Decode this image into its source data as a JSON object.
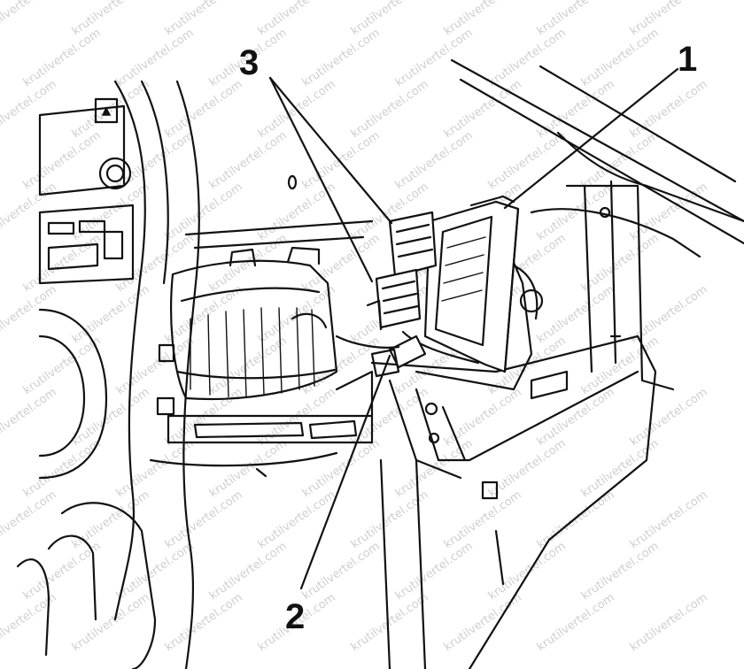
{
  "watermark": "krutilvertel.com",
  "callouts": [
    {
      "id": "1",
      "label": "1"
    },
    {
      "id": "2",
      "label": "2"
    },
    {
      "id": "3",
      "label": "3"
    }
  ]
}
